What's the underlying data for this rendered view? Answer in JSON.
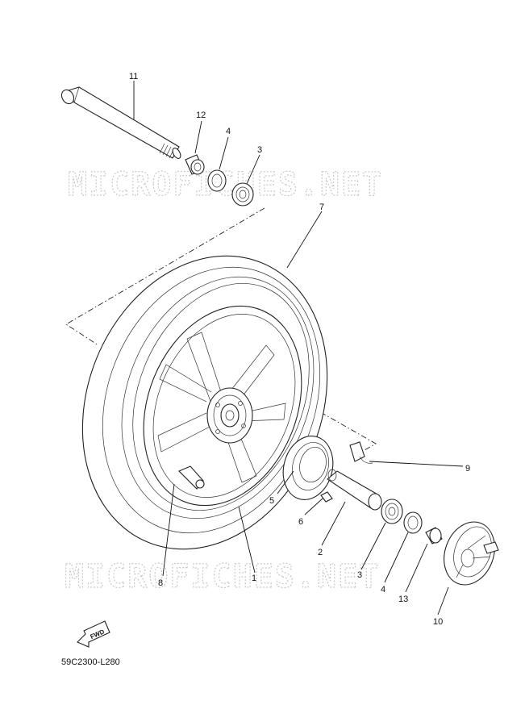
{
  "watermark": "MICROFICHES.NET",
  "diagram_code": "59C2300-L280",
  "fwd_label": "FWD",
  "callouts": {
    "p1": "1",
    "p2": "2",
    "p3a": "3",
    "p3b": "3",
    "p4a": "4",
    "p4b": "4",
    "p5": "5",
    "p6": "6",
    "p7": "7",
    "p8": "8",
    "p9": "9",
    "p10": "10",
    "p11": "11",
    "p12": "12",
    "p13": "13"
  }
}
